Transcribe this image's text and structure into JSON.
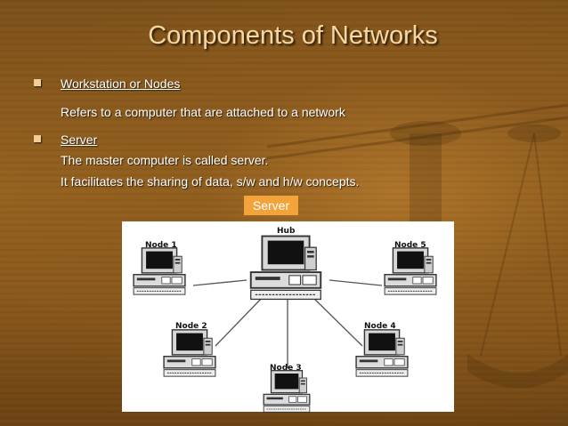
{
  "slide": {
    "title": "Components of Networks",
    "bullets": [
      {
        "heading": "Workstation or Nodes",
        "lines": [
          "Refers to a computer that are attached to a network"
        ]
      },
      {
        "heading": "Server",
        "lines": [
          "The master computer is called server.",
          "It facilitates the sharing of data, s/w and h/w concepts."
        ]
      }
    ],
    "server_callout": "Server"
  },
  "diagram": {
    "nodes": {
      "hub": "Hub",
      "node1": "Node 1",
      "node2": "Node 2",
      "node3": "Node 3",
      "node4": "Node 4",
      "node5": "Node 5"
    }
  },
  "colors": {
    "background": "#8a5a1f",
    "title": "#f6d8a4",
    "callout": "#f2a33a"
  },
  "icons": [
    "bullet-square-icon",
    "desktop-computer-icon",
    "scales-of-justice-watermark"
  ]
}
